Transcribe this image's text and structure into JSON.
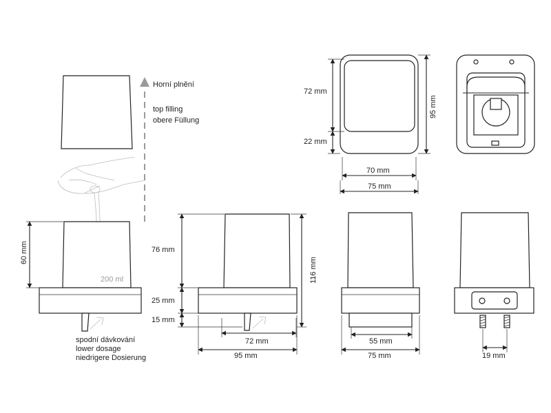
{
  "labels": {
    "top_filling": [
      "Horní plnění",
      "top filling",
      "obere Füllung"
    ],
    "lower_dosage": [
      "spodní dávkování",
      "lower dosage",
      "niedrigere Dosierung"
    ],
    "capacity": "200 ml"
  },
  "dimensions": {
    "height_60": "60 mm",
    "height_76": "76 mm",
    "height_25": "25 mm",
    "height_15": "15 mm",
    "height_116": "116 mm",
    "width_72": "72 mm",
    "width_95": "95 mm",
    "width_55": "55 mm",
    "width_75": "75 mm",
    "width_19": "19 mm",
    "top_72": "72 mm",
    "top_22": "22 mm",
    "top_95": "95 mm",
    "top_70": "70 mm",
    "top_75": "75 mm"
  }
}
